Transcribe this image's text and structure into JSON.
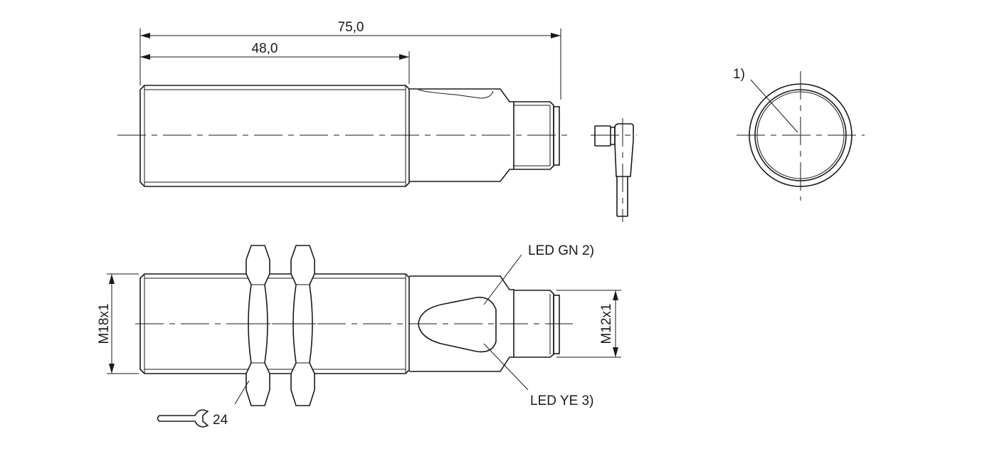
{
  "dimensions": {
    "overall_length": "75,0",
    "thread_length": "48,0",
    "body_thread": "M18x1",
    "connector_thread": "M12x1",
    "wrench_size": "24"
  },
  "callouts": {
    "note1": "1)",
    "led_green": "LED GN 2)",
    "led_yellow": "LED YE 3)"
  },
  "colors": {
    "line": "#1a1a1a",
    "background": "#ffffff"
  }
}
